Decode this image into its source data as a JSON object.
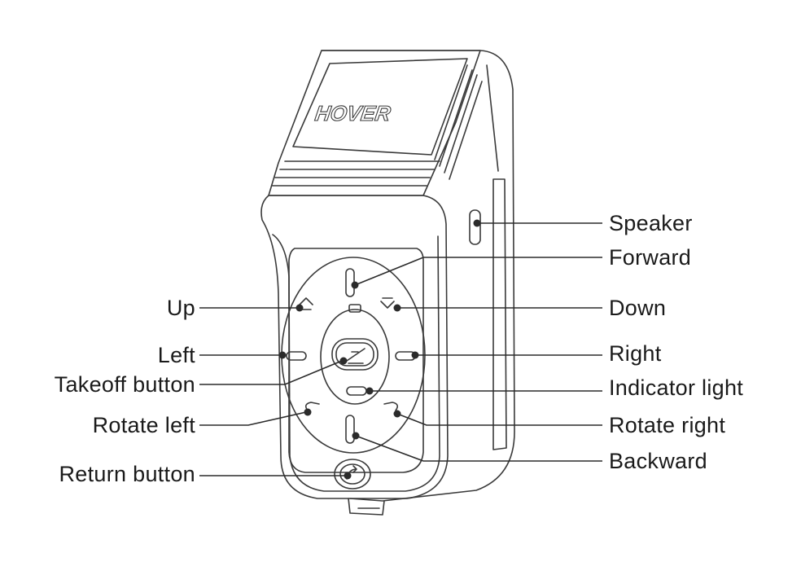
{
  "device": {
    "brand_text": "HOVER"
  },
  "labels": {
    "left": {
      "up": "Up",
      "left": "Left",
      "takeoff": "Takeoff button",
      "rotate_left": "Rotate left",
      "return": "Return button"
    },
    "right": {
      "speaker": "Speaker",
      "forward": "Forward",
      "down": "Down",
      "right": "Right",
      "indicator": "Indicator light",
      "rotate_right": "Rotate right",
      "backward": "Backward"
    }
  },
  "colors": {
    "line": "#2b2b2b",
    "device_stroke": "#3a3a3a",
    "text": "#1a1a1a"
  }
}
